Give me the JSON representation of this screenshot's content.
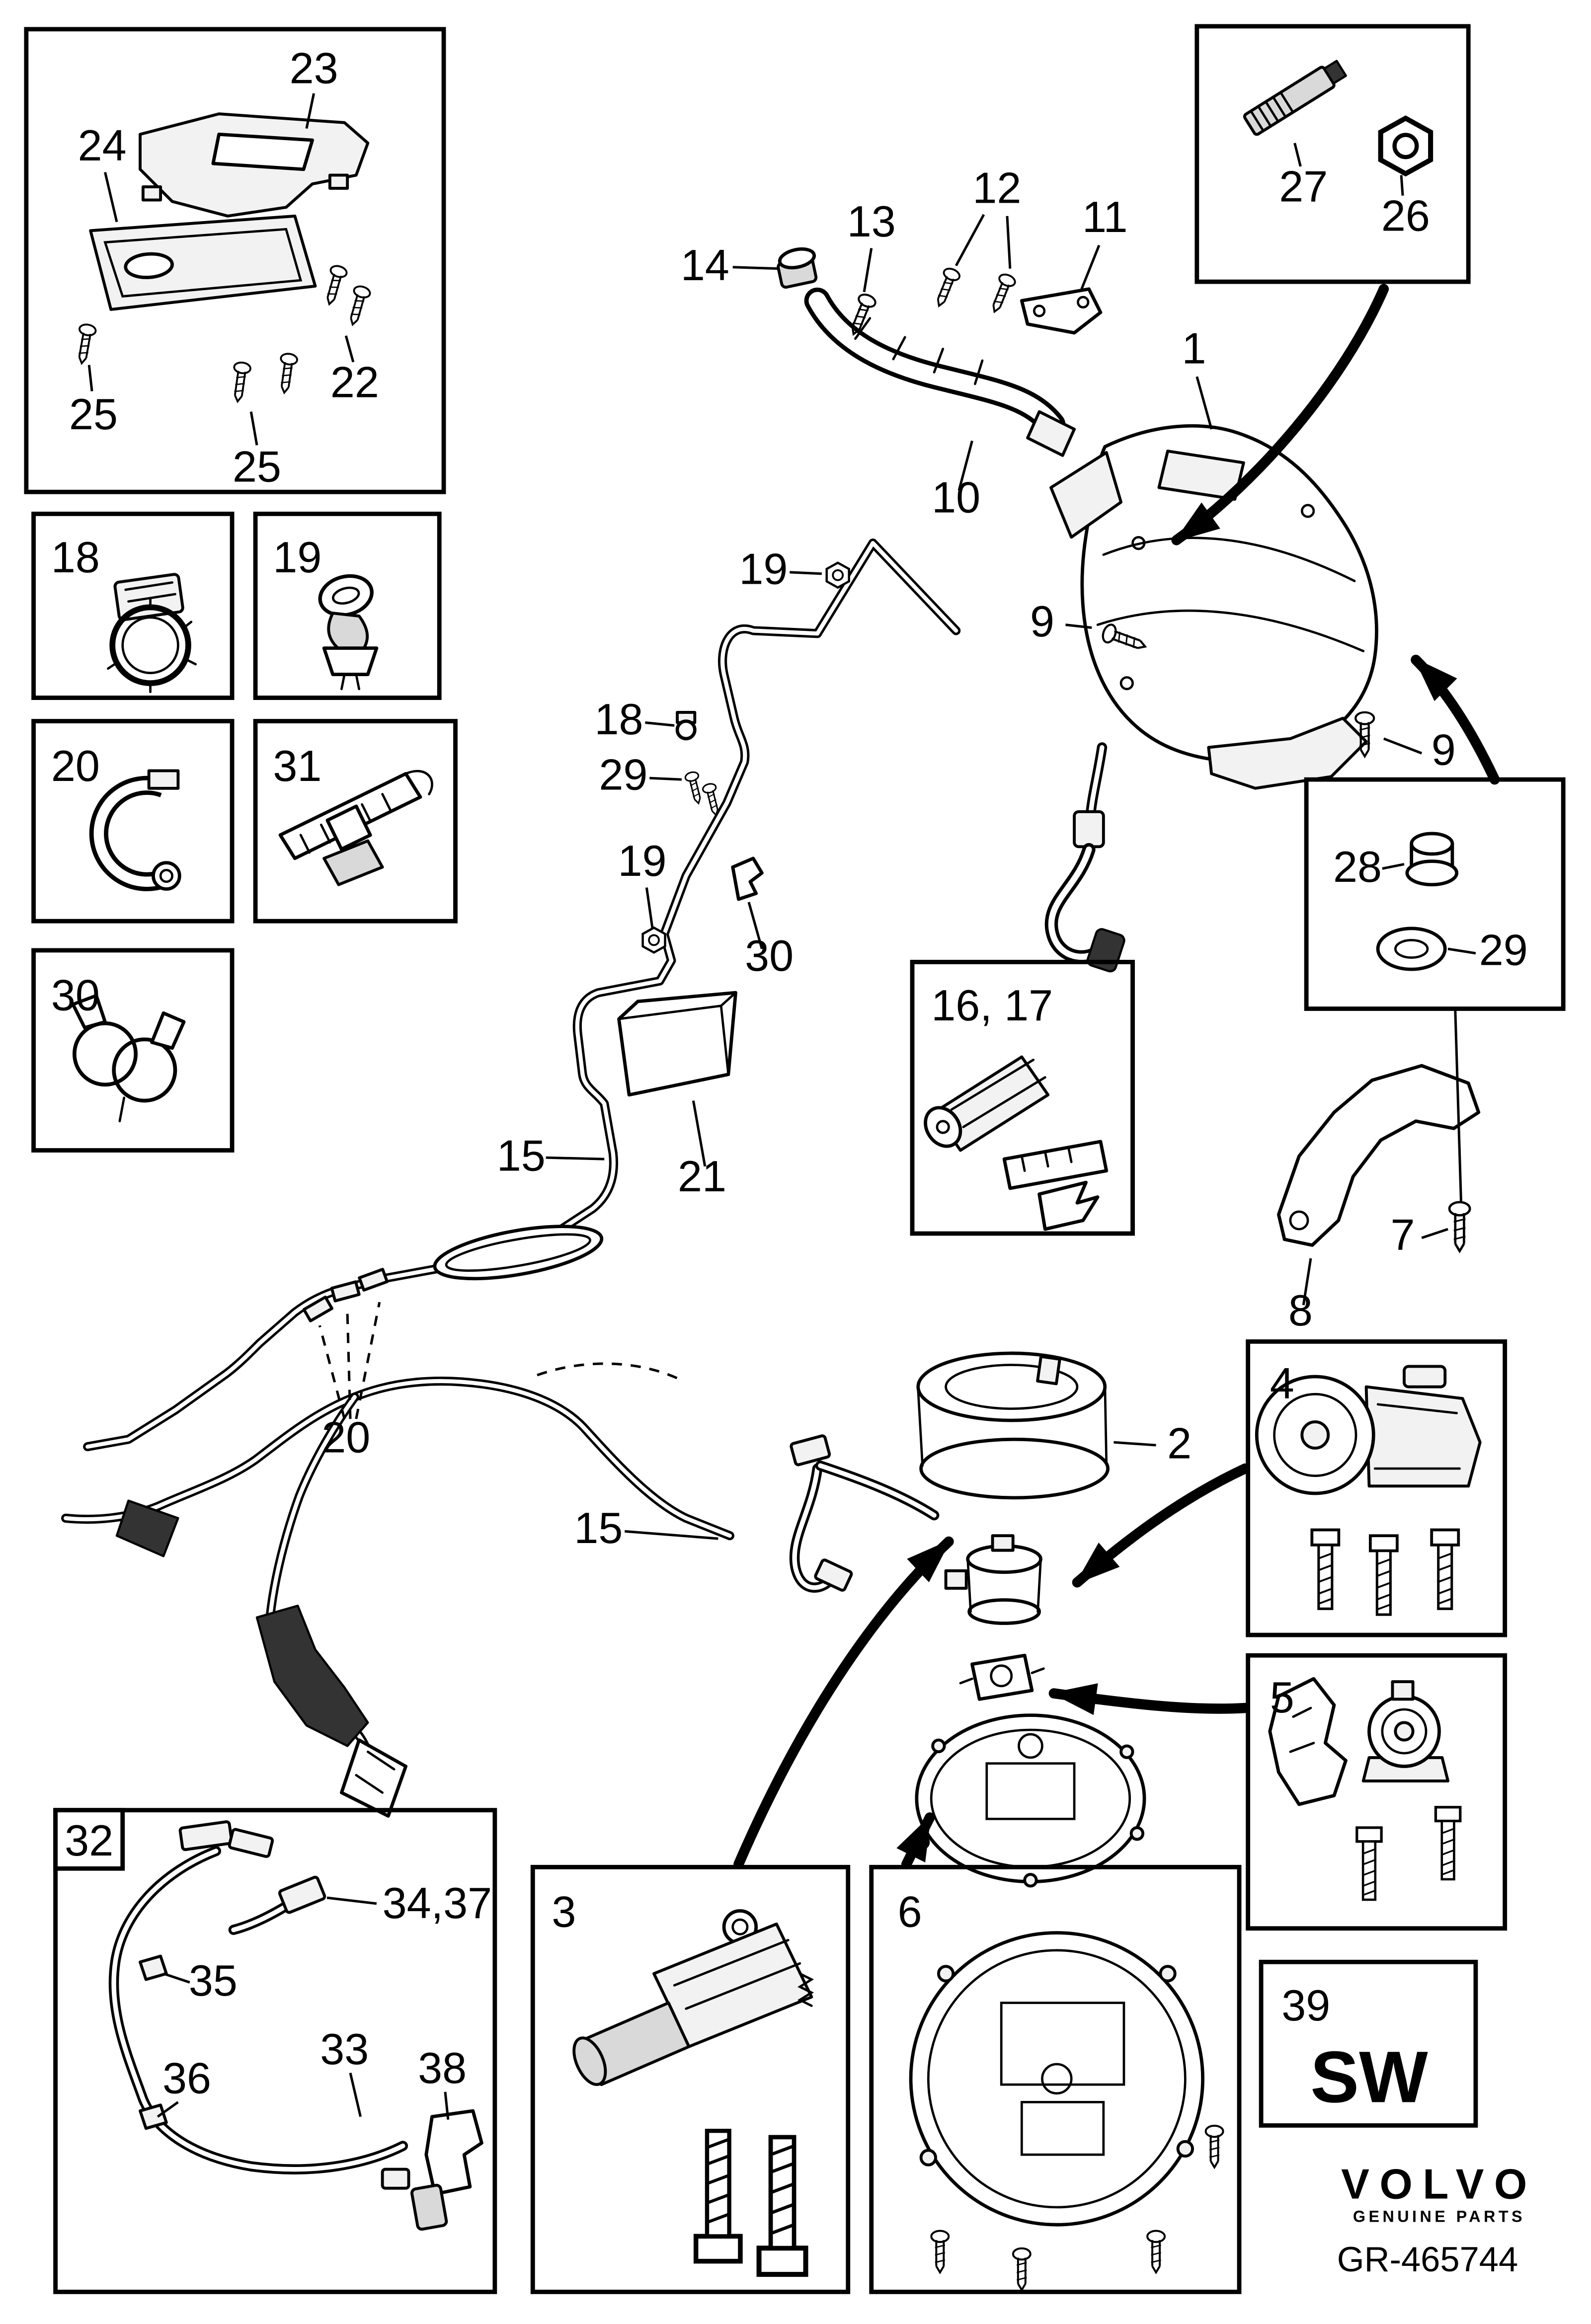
{
  "callouts": {
    "n1": "1",
    "n2": "2",
    "n3": "3",
    "n4": "4",
    "n5": "5",
    "n6": "6",
    "n7": "7",
    "n8": "8",
    "n9": "9",
    "n10": "10",
    "n11": "11",
    "n12": "12",
    "n13": "13",
    "n14": "14",
    "n15": "15",
    "n16_17": "16, 17",
    "n18": "18",
    "n19": "19",
    "n20": "20",
    "n21": "21",
    "n22": "22",
    "n23": "23",
    "n24": "24",
    "n25": "25",
    "n26": "26",
    "n27": "27",
    "n28": "28",
    "n29": "29",
    "n30": "30",
    "n31": "31",
    "n32": "32",
    "n33": "33",
    "n34_37": "34,37",
    "n35": "35",
    "n36": "36",
    "n38": "38",
    "n39": "39"
  },
  "labels": {
    "sw": "SW"
  },
  "footer": {
    "brand": "VOLVO",
    "brand_tagline": "GENUINE PARTS",
    "drawing_number": "GR-465744"
  }
}
